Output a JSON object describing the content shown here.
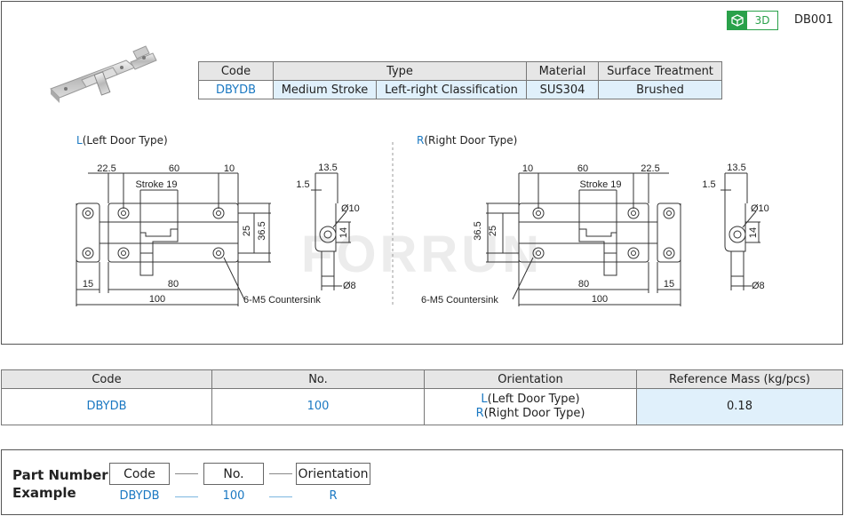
{
  "header": {
    "badge_label": "3D",
    "series_code": "DB001"
  },
  "type_table": {
    "headers": {
      "code": "Code",
      "type": "Type",
      "material": "Material",
      "surface": "Surface Treatment"
    },
    "row": {
      "code": "DBYDB",
      "stroke": "Medium Stroke",
      "classification": "Left-right Classification",
      "material": "SUS304",
      "surface": "Brushed"
    }
  },
  "drawing": {
    "left_caption_prefix": "L",
    "left_caption": "(Left Door Type)",
    "right_caption_prefix": "R",
    "right_caption": "(Right Door Type)",
    "watermark": "FORRUN",
    "dims": {
      "d22_5": "22.5",
      "d60": "60",
      "d10": "10",
      "stroke": "Stroke 19",
      "d25": "25",
      "d36_5": "36.5",
      "d15": "15",
      "d80": "80",
      "d100": "100",
      "countersink": "6-M5 Countersink",
      "d13_5": "13.5",
      "d1_5": "1.5",
      "dia10": "Ø10",
      "d14": "14",
      "dia8": "Ø8"
    }
  },
  "attr_table": {
    "headers": [
      "Code",
      "No.",
      "Orientation",
      "Reference Mass (kg/pcs)"
    ],
    "row": {
      "code": "DBYDB",
      "no": "100",
      "orientation_l_prefix": "L",
      "orientation_l": "(Left Door Type)",
      "orientation_r_prefix": "R",
      "orientation_r": "(Right Door Type)",
      "mass": "0.18"
    }
  },
  "part_number": {
    "title_line1": "Part Number",
    "title_line2": "Example",
    "boxes": [
      "Code",
      "No.",
      "Orientation"
    ],
    "values": [
      "DBYDB",
      "100",
      "R"
    ]
  },
  "colors": {
    "accent_blue": "#1a78c2",
    "badge_green": "#2aa14a",
    "header_gray": "#e6e6e6",
    "cell_blue": "#e0f0fb"
  }
}
